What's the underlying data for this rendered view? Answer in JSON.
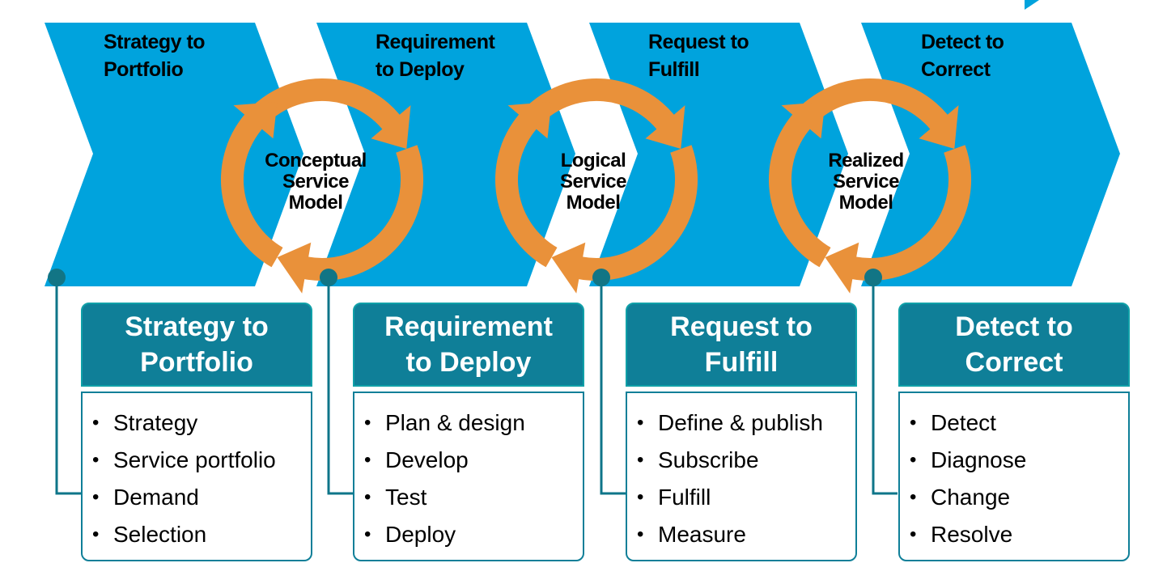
{
  "colors": {
    "chevron_blue": "#00a3dd",
    "cycle_orange": "#e9913a",
    "header_teal": "#0f7f98",
    "connector_teal": "#0e7589",
    "dot_teal": "#127585"
  },
  "stages": [
    {
      "chevron_title": [
        "Strategy to",
        "Portfolio"
      ],
      "model": null,
      "card_title": [
        "Strategy to",
        "Portfolio"
      ],
      "items": [
        "Strategy",
        "Service portfolio",
        "Demand",
        "Selection"
      ]
    },
    {
      "chevron_title": [
        "Requirement",
        "to Deploy"
      ],
      "model": [
        "Conceptual",
        "Service",
        "Model"
      ],
      "card_title": [
        "Requirement",
        "to Deploy"
      ],
      "items": [
        "Plan & design",
        "Develop",
        "Test",
        "Deploy"
      ]
    },
    {
      "chevron_title": [
        "Request to",
        "Fulfill"
      ],
      "model": [
        "Logical",
        "Service",
        "Model"
      ],
      "card_title": [
        "Request to",
        "Fulfill"
      ],
      "items": [
        "Define & publish",
        "Subscribe",
        "Fulfill",
        "Measure"
      ]
    },
    {
      "chevron_title": [
        "Detect to",
        "Correct"
      ],
      "model": [
        "Realized",
        "Service",
        "Model"
      ],
      "card_title": [
        "Detect to",
        "Correct"
      ],
      "items": [
        "Detect",
        "Diagnose",
        "Change",
        "Resolve"
      ]
    }
  ]
}
